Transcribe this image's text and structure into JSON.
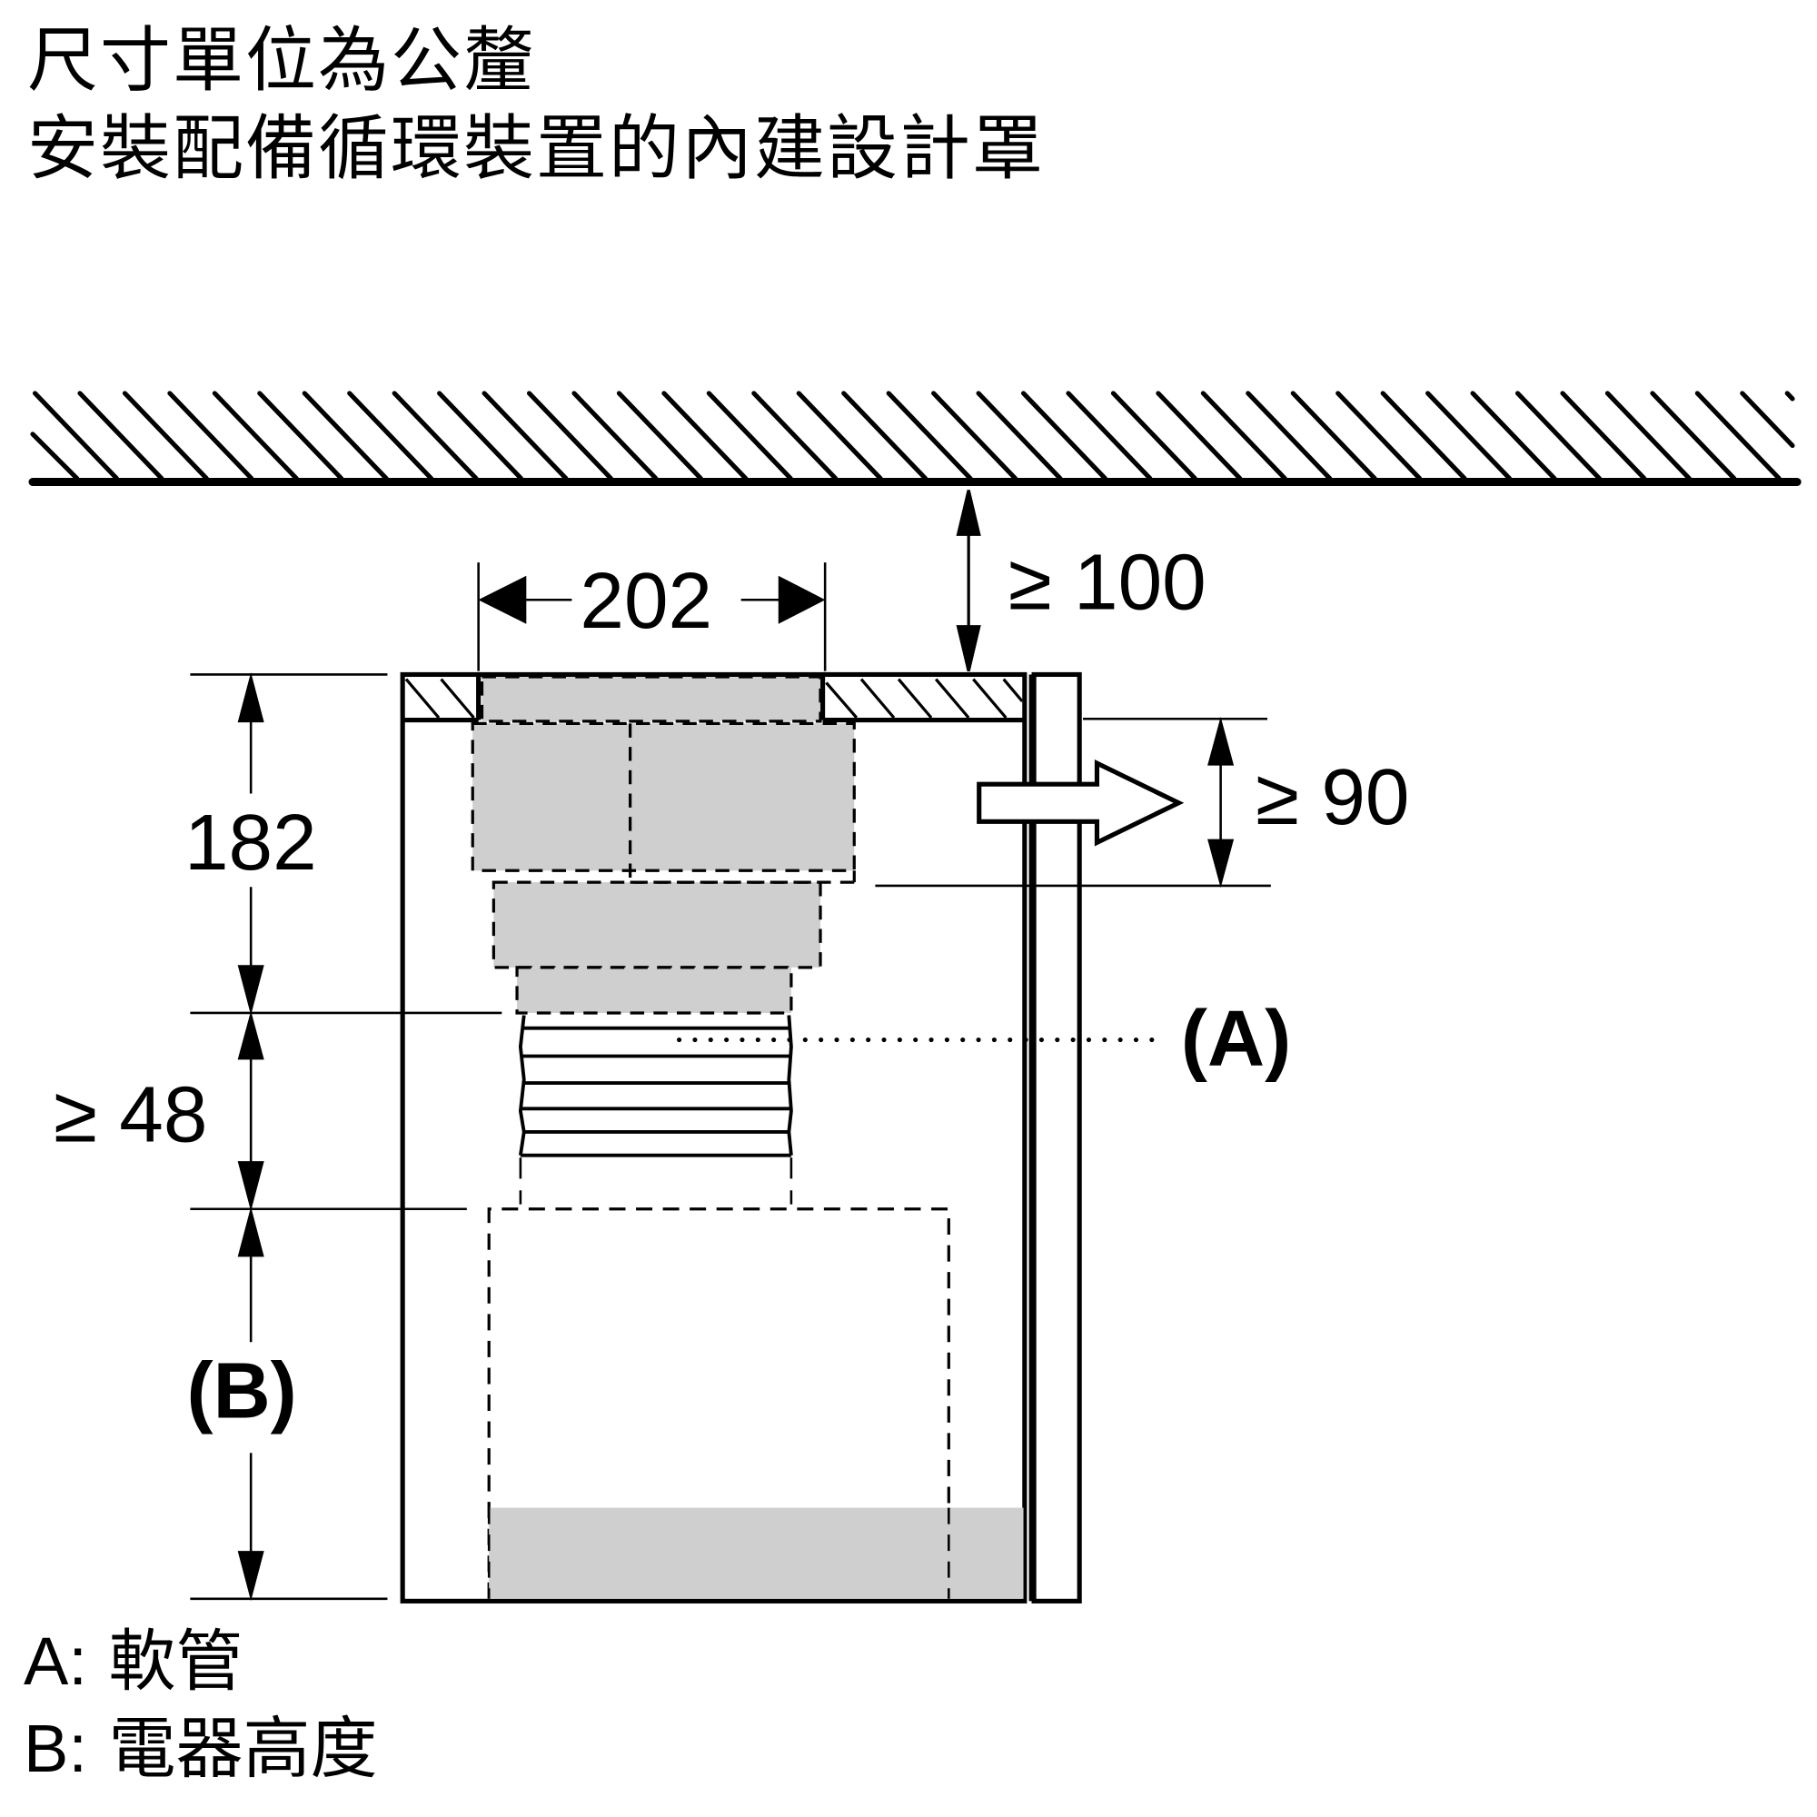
{
  "header": {
    "line1": "尺寸單位為公釐",
    "line2": "安裝配備循環裝置的內建設計罩"
  },
  "dimensions": {
    "ceiling_gap": "≥ 100",
    "opening_width": "202",
    "top_height": "182",
    "outlet_height": "≥ 90",
    "hose_gap": "≥ 48",
    "appliance_label": "(B)",
    "hose_label": "(A)"
  },
  "legend": [
    {
      "key": "A:",
      "text": "軟管"
    },
    {
      "key": "B:",
      "text": "電器高度"
    }
  ],
  "colors": {
    "line": "#000000",
    "component_fill": "#cfcfcf",
    "background": "#ffffff"
  }
}
